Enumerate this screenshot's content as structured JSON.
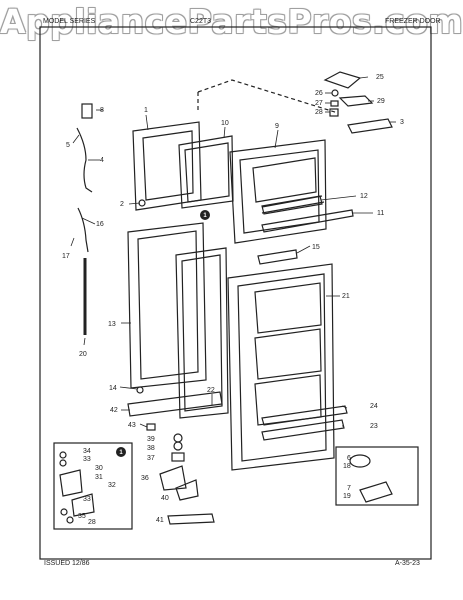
{
  "watermark": "AppliancePartsPros.com",
  "header": {
    "left": "MODEL SERIES",
    "middle": "C22T3",
    "right": "FREEZER DOOR"
  },
  "footer": {
    "issued": "ISSUED 12/86",
    "code": "A-35-23"
  },
  "callouts": {
    "n1": "1",
    "n2": "2",
    "n3": "3",
    "n4": "4",
    "n5": "5",
    "n6": "6",
    "n7": "7",
    "n8": "8",
    "n9": "9",
    "n10": "10",
    "n11": "11",
    "n12": "12",
    "n13": "13",
    "n14": "14",
    "n15": "15",
    "n16": "16",
    "n17": "17",
    "n18": "18",
    "n19": "19",
    "n20": "20",
    "n21": "21",
    "n22": "22",
    "n23": "23",
    "n24": "24",
    "n25": "25",
    "n26": "26",
    "n27": "27",
    "n28": "28",
    "n29": "29",
    "n30": "30",
    "n31": "31",
    "n32": "32",
    "n33a": "33",
    "n33b": "33",
    "n34": "34",
    "n35": "35",
    "n28b": "28",
    "n36": "36",
    "n37": "37",
    "n38": "38",
    "n39": "39",
    "n40": "40",
    "n41": "41",
    "n42": "42",
    "n43": "43"
  },
  "inset_marker": "1"
}
